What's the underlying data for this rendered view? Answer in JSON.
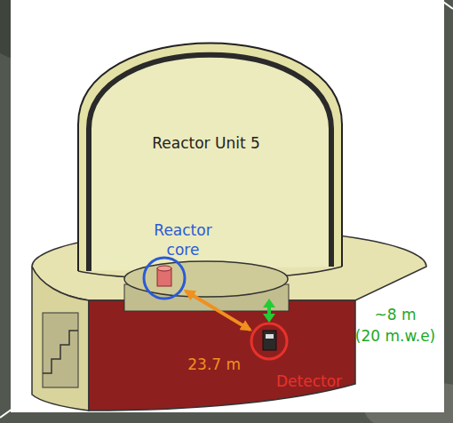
{
  "diagram": {
    "nodes": [
      {
        "text": [
          "Reactor Unit 5"
        ]
      },
      {
        "text": [
          "Reactor core"
        ],
        "in": 0
      },
      {
        "text": [
          "Detector"
        ],
        "in": 0
      }
    ],
    "edges": [
      {
        "from": 1,
        "to": 2,
        "label": "23.7 m",
        "arrow": "both"
      }
    ],
    "labels": [
      "~8 m",
      "(20 m.w.e)"
    ]
  }
}
